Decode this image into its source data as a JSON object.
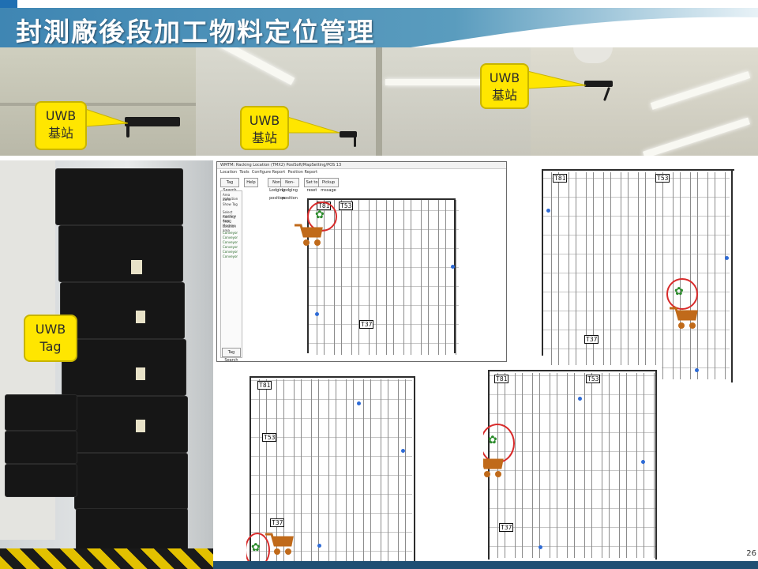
{
  "slide": {
    "title": "封測廠後段加工物料定位管理",
    "page_number": "26"
  },
  "callouts": {
    "station_left": {
      "line1": "UWB",
      "line2": "基站"
    },
    "station_mid": {
      "line1": "UWB",
      "line2": "基站"
    },
    "station_right": {
      "line1": "UWB",
      "line2": "基站"
    },
    "tag": {
      "line1": "UWB",
      "line2": "Tag"
    }
  },
  "app": {
    "window_title": "WMTM: Racking Location (TMX2) PosiSoft/MapSetting/POS 13",
    "menu": [
      "Location",
      "Tools",
      "Configure Report",
      "Position Report"
    ],
    "toolbar": [
      "Tag Search",
      "Help",
      "Non-Lodging position",
      "Non-Lodging position",
      "Set to reset",
      "Pickup mssage"
    ],
    "sidebar_items": [
      "Area collection",
      "Zone",
      "Show Tag",
      "Select machine",
      "Racking Area",
      "TMX2 Machine",
      "Location area",
      "Conveyor",
      "Conveyor",
      "Conveyor",
      "Conveyor",
      "Conveyor",
      "Conveyor"
    ],
    "footer_button": "Tag Search"
  },
  "map_labels": [
    "T81",
    "T81",
    "T81",
    "T81",
    "T53",
    "T53",
    "T53",
    "T53",
    "T37",
    "T37",
    "T37",
    "T37"
  ],
  "colors": {
    "title_band": "#2a6d94",
    "callout_fill": "#ffe600",
    "highlight_circle": "#d82b2b",
    "material_cart": "#c06a1a",
    "tag_marker": "#2a8a2a",
    "anchor_marker": "#2e6bd6"
  }
}
